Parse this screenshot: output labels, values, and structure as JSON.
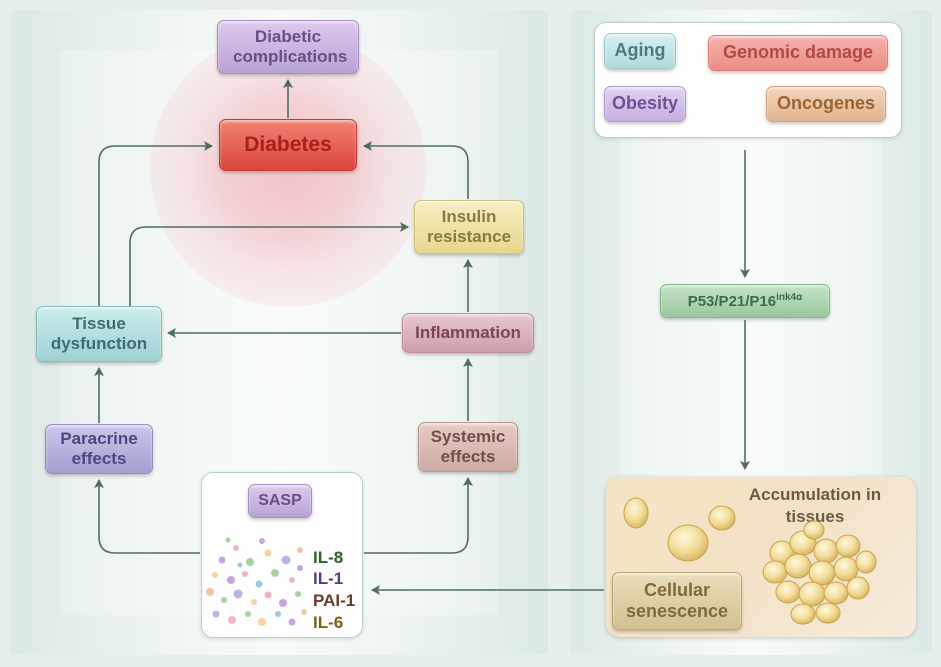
{
  "nodes": {
    "diabetic_complications": "Diabetic complications",
    "diabetes": "Diabetes",
    "insulin_resistance": "Insulin resistance",
    "tissue_dysfunction": "Tissue dysfunction",
    "inflammation": "Inflammation",
    "paracrine_effects": "Paracrine effects",
    "systemic_effects": "Systemic effects",
    "sasp": "SASP",
    "il8": "IL-8",
    "il1": "IL-1",
    "pai1": "PAI-1",
    "il6": "IL-6",
    "aging": "Aging",
    "genomic_damage": "Genomic damage",
    "obesity": "Obesity",
    "oncogenes": "Oncogenes",
    "p53_base": "P53/P21/P16",
    "p53_sup": "ink4α",
    "accumulation": "Accumulation in tissues",
    "cellular_senescence": "Cellular senescence"
  },
  "colors": {
    "arrow": "#4f6e5f",
    "il8": "#2f5f2b",
    "il1": "#5b3a7e",
    "pai1": "#6b3a2c",
    "il6": "#7b6420"
  }
}
